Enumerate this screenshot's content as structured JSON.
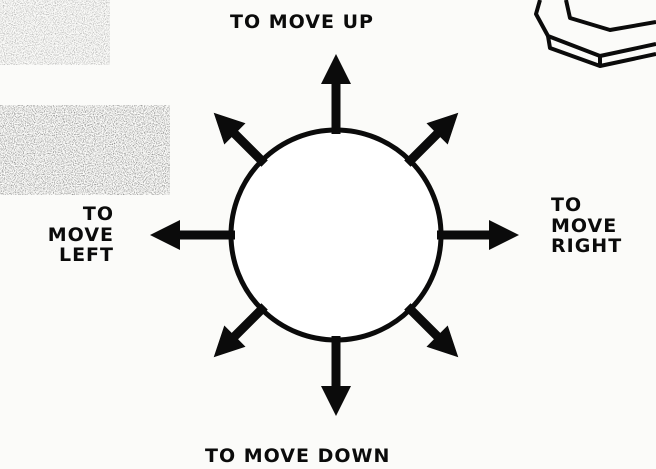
{
  "labels": {
    "up": "TO MOVE UP",
    "down": "TO MOVE DOWN",
    "left": [
      "TO",
      "MOVE",
      "LEFT"
    ],
    "right": [
      "TO",
      "MOVE",
      "RIGHT"
    ]
  },
  "colors": {
    "ink": "#0b0b0b",
    "paper": "#fbfbf9"
  },
  "icons": {
    "center": "joystick-circle-icon",
    "corner": "joystick-base-icon"
  }
}
